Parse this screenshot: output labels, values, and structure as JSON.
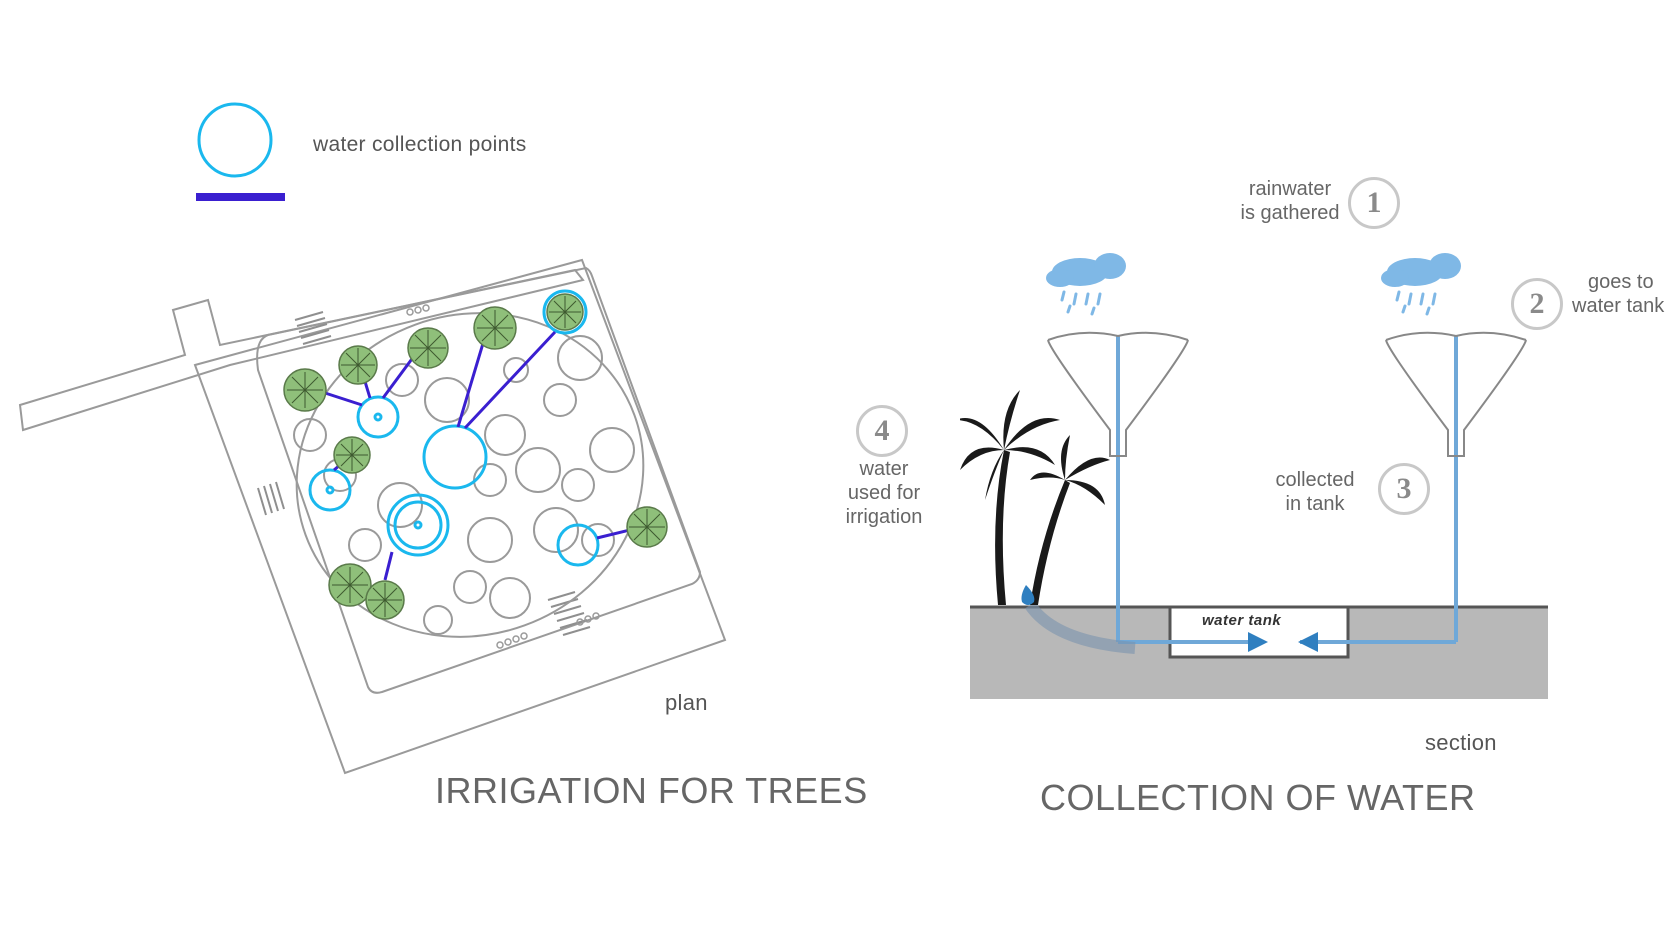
{
  "legend": {
    "items": [
      {
        "label": "water collection points",
        "icon": "cyan-circle-icon",
        "color": "#1ab8ee"
      },
      {
        "label": "",
        "icon": "blue-line-icon",
        "color": "#3a1fd0"
      }
    ]
  },
  "plan": {
    "label": "plan",
    "caption": "IRRIGATION FOR TREES"
  },
  "section": {
    "label": "section",
    "caption": "COLLECTION OF WATER",
    "tank_label": "water tank",
    "steps": [
      {
        "number": "1",
        "text_line1": "rainwater",
        "text_line2": "is gathered"
      },
      {
        "number": "2",
        "text_line1": "goes to",
        "text_line2": "water tank"
      },
      {
        "number": "3",
        "text_line1": "collected",
        "text_line2": "in tank"
      },
      {
        "number": "4",
        "text_line1": "water",
        "text_line2": "used for",
        "text_line3": "irrigation"
      }
    ]
  },
  "colors": {
    "cyan": "#1ab8ee",
    "pipe": "#3a1fd0",
    "ground": "#b8b8b8",
    "water": "#6fa8d8",
    "cloud": "#7fb8e6"
  }
}
